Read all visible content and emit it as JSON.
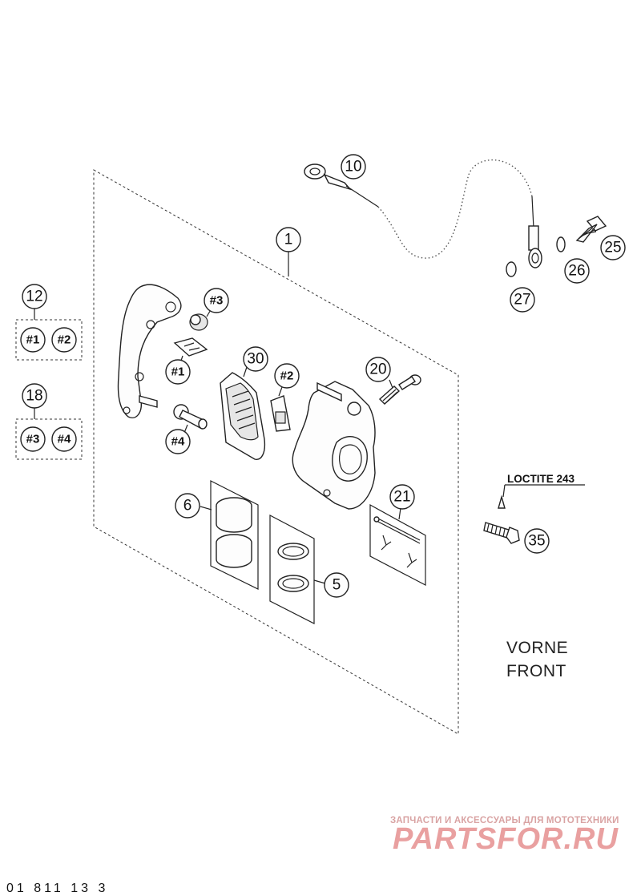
{
  "diagram": {
    "parts": [
      {
        "id": "p1",
        "label": "1"
      },
      {
        "id": "p5",
        "label": "5"
      },
      {
        "id": "p6",
        "label": "6"
      },
      {
        "id": "p10",
        "label": "10"
      },
      {
        "id": "p12",
        "label": "12"
      },
      {
        "id": "p18",
        "label": "18"
      },
      {
        "id": "p20",
        "label": "20"
      },
      {
        "id": "p21",
        "label": "21"
      },
      {
        "id": "p25",
        "label": "25"
      },
      {
        "id": "p26",
        "label": "26"
      },
      {
        "id": "p27",
        "label": "27"
      },
      {
        "id": "p30",
        "label": "30"
      },
      {
        "id": "p35",
        "label": "35"
      }
    ],
    "kit_refs": {
      "k1": "#1",
      "k2": "#2",
      "k3": "#3",
      "k4": "#4"
    },
    "kit12_contents": [
      "#1",
      "#2"
    ],
    "kit18_contents": [
      "#3",
      "#4"
    ],
    "loctite_label": "LOCTITE 243",
    "view_label_line1": "VORNE",
    "view_label_line2": "FRONT"
  },
  "watermark": {
    "tagline": "ЗАПЧАСТИ И АКСЕССУАРЫ ДЛЯ МОТОТЕХНИКИ",
    "brand": "PARTSFOR.RU"
  },
  "footer": {
    "code": "01 811 13 3"
  }
}
